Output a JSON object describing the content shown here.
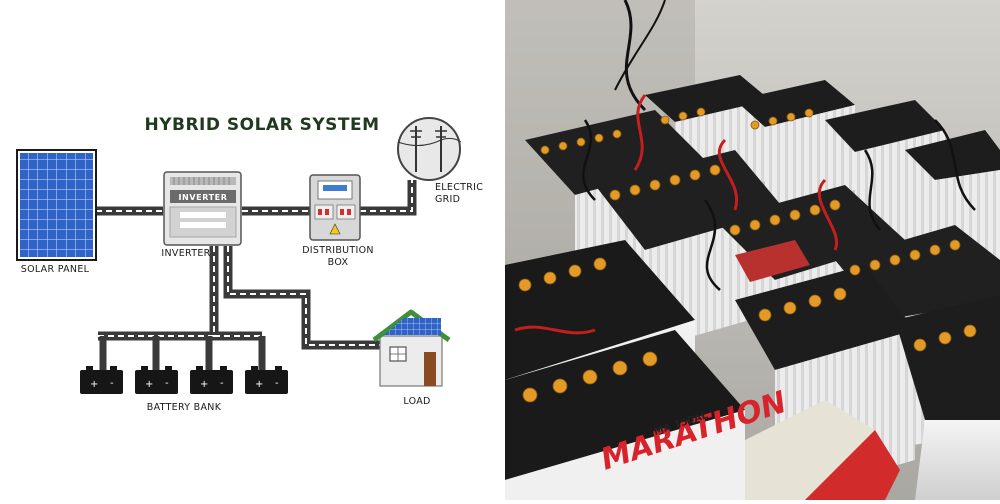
{
  "diagram": {
    "title": "HYBRID SOLAR SYSTEM",
    "labels": {
      "solar_panel": "SOLAR PANEL",
      "inverter": "INVERTER",
      "inverter_screen": "INVERTER",
      "distribution_line1": "DISTRIBUTION",
      "distribution_line2": "BOX",
      "grid_line1": "ELECTRIC",
      "grid_line2": "GRID",
      "battery_bank": "BATTERY BANK",
      "load": "LOAD"
    },
    "battery_terminal_text": "+ -",
    "colors": {
      "title": "#1f3a1e",
      "panel": "#2f63c7",
      "wire": "#3a3a3a",
      "inverter": "#e6e6e6",
      "box": "#d8d8d8",
      "house_wall": "#ececec",
      "roof": "#3f8f3a",
      "door": "#8a4a22"
    }
  },
  "photo": {
    "brand_text": "MARATHON",
    "model_text": "MA 150AL",
    "colors": {
      "battery_top": "#1f1f1f",
      "battery_case": "#e9e9e9",
      "cap": "#e39a27",
      "wall": "#c8c6c0",
      "red_cable": "#c41f1f"
    }
  }
}
